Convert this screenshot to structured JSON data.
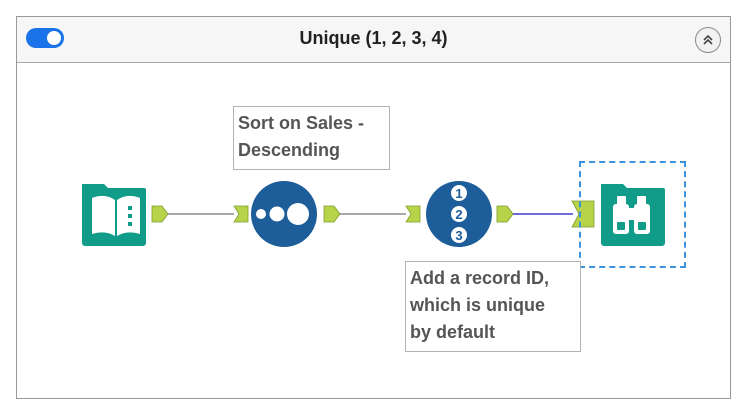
{
  "container": {
    "title": "Unique (1, 2, 3, 4)",
    "toggle_on": true,
    "collapse_icon": "chevron-double-up-icon"
  },
  "tools": [
    {
      "id": "input",
      "icon": "book-input-icon",
      "color": "#119c8a"
    },
    {
      "id": "sort",
      "icon": "sort-dots-icon",
      "color": "#1d5d99"
    },
    {
      "id": "record-id",
      "icon": "record-id-numbers-icon",
      "color": "#1d5d99",
      "numbers": [
        "1",
        "2",
        "3"
      ]
    },
    {
      "id": "browse",
      "icon": "binoculars-browse-icon",
      "color": "#119c8a",
      "selected": true
    }
  ],
  "annotations": {
    "sort": "Sort on Sales -\nDescending",
    "record_id": "Add a record ID,\nwhich is unique\nby default"
  },
  "colors": {
    "anchor": "#b6d34a",
    "connector": "#8c8c8c",
    "connector_selected": "#5a56d6",
    "toggle": "#1a73e8",
    "selection_border": "#3b93e0"
  }
}
